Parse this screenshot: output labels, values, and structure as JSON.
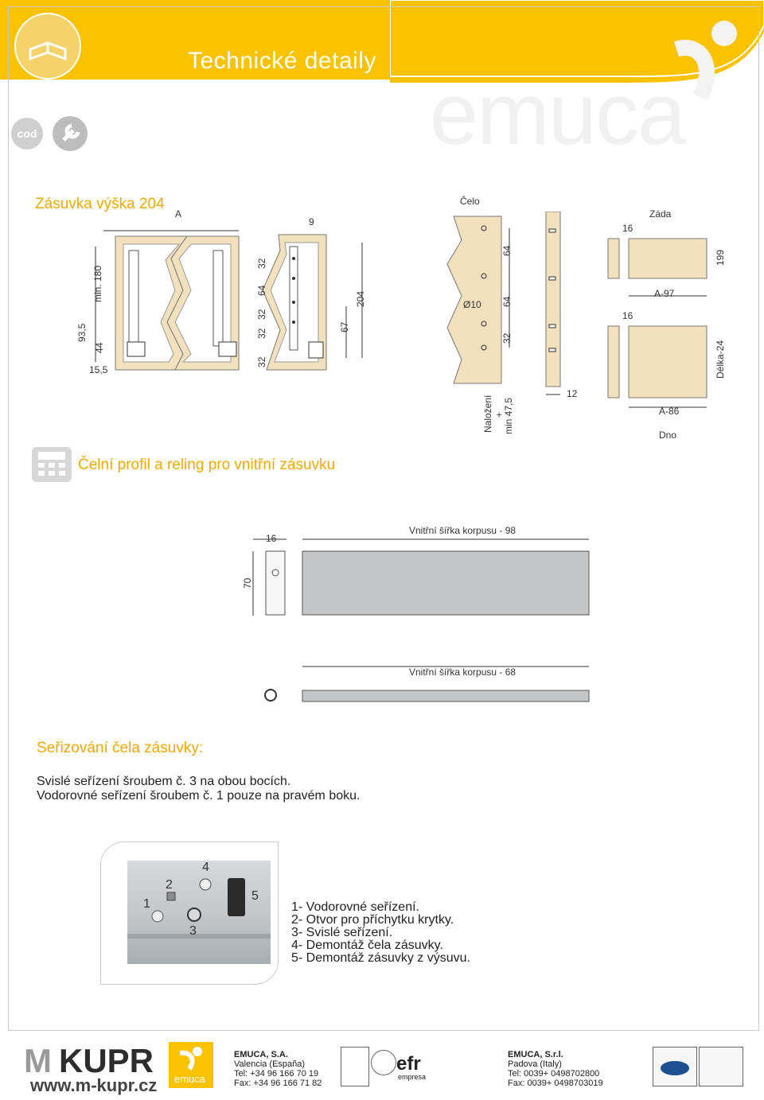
{
  "header": {
    "title_main": "Technické detaily",
    "title_brand": "VANTAGE",
    "watermark": "emuca",
    "cod_label": "cod"
  },
  "section1": {
    "title": "Zásuvka výška 204",
    "dims": {
      "A": "A",
      "nine": "9",
      "min180": "min. 180",
      "d93_5": "93,5",
      "d44": "44",
      "d15_5": "15,5",
      "d32a": "32",
      "d64a": "64",
      "d32b": "32",
      "d32c": "32",
      "d32d": "32",
      "d67": "67",
      "d204": "204",
      "celo": "Čelo",
      "d64b": "64",
      "d64c": "64",
      "d32e": "32",
      "phi10": "Ø10",
      "nalozeni": "Naložení",
      "plus": "+",
      "min47": "min 47,5",
      "d12": "12",
      "zada": "Záda",
      "d16a": "16",
      "d199": "199",
      "a97": "A-97",
      "d16b": "16",
      "delka": "Délka-24",
      "a86": "A-86",
      "dno": "Dno"
    }
  },
  "section2": {
    "title": "Čelní profil a reling pro vnitřní zásuvku",
    "dim16": "16",
    "width1": "Vnitřní šířka korpusu - 98",
    "dim70": "70",
    "width2": "Vnitřní šířka korpusu - 68"
  },
  "section3": {
    "title": "Seřizování čela zásuvky:",
    "line1": "Svislé seřízení šroubem č. 3 na obou bocích.",
    "line2": "Vodorovné seřízení šroubem č. 1 pouze na  pravém boku.",
    "photo_labels": [
      "1",
      "2",
      "3",
      "4",
      "5"
    ],
    "legend": [
      "1- Vodorovné seřízení.",
      "2- Otvor pro příchytku krytky.",
      "3- Svislé seřízení.",
      "4- Demontáž čela zásuvky.",
      "5- Demontáž zásuvky z výsuvu."
    ]
  },
  "footer": {
    "kupr_logo_left": "M",
    "kupr_logo_right": "KUPR",
    "kupr_url": "www.m-kupr.cz",
    "emuca_small": "emuca",
    "sa": {
      "name": "EMUCA, S.A.",
      "city": "Valencia (España)",
      "tel": "Tel: +34 96 166 70 19",
      "fax": "Fax: +34 96 166 71 82"
    },
    "srl": {
      "name": "EMUCA, S.r.l.",
      "city": "Padova (Italy)",
      "tel": "Tel: 0039+ 0498702800",
      "fax": "Fax: 0039+ 0498703019"
    },
    "efr": "efr",
    "efr_sub": "empresa"
  },
  "colors": {
    "accent": "#fbc200",
    "accent_text": "#f2a900",
    "wood": "#f3e1bd"
  }
}
